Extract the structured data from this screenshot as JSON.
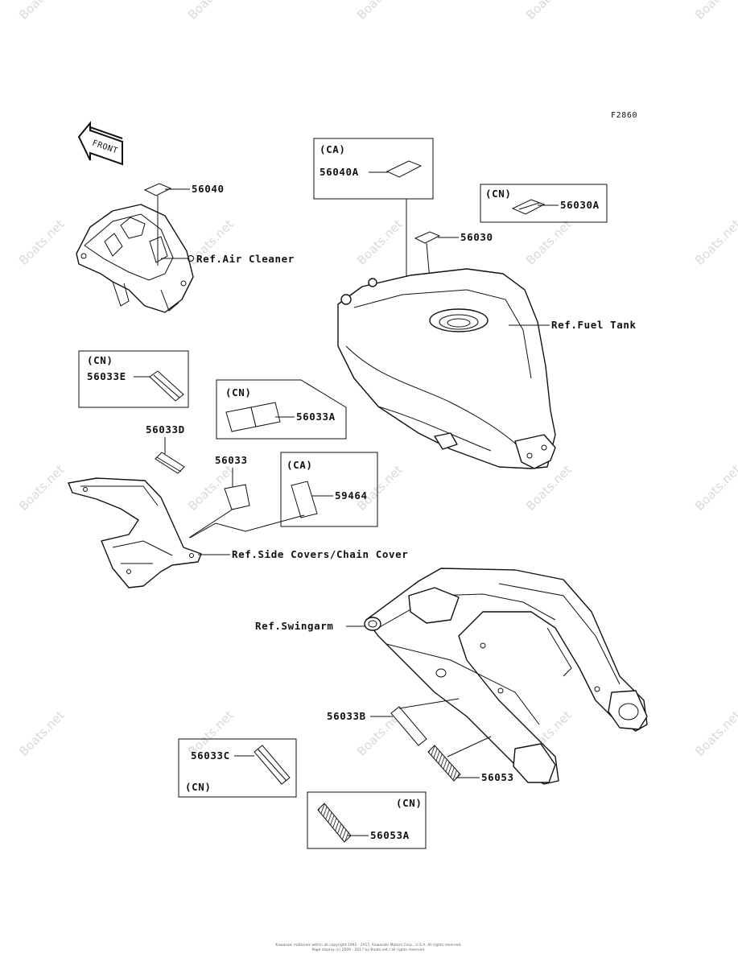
{
  "figure_code": "F2860",
  "front_arrow": "FRONT",
  "watermark": "Boats.net",
  "footer": {
    "line1": "Kawasaki materials within all copyright 1995 - 2017, Kawasaki Motors Corp., U.S.A. All rights reserved.",
    "line2": "Page display (c) 2000 - 2017 by Boats.net / all rights reserved."
  },
  "references": {
    "air_cleaner": "Ref.Air Cleaner",
    "fuel_tank": "Ref.Fuel Tank",
    "side_covers": "Ref.Side Covers/Chain Cover",
    "swingarm": "Ref.Swingarm"
  },
  "regions": {
    "ca": "(CA)",
    "cn": "(CN)"
  },
  "parts": {
    "p56040": "56040",
    "p56040A": "56040A",
    "p56030A": "56030A",
    "p56030": "56030",
    "p56033E": "56033E",
    "p56033A": "56033A",
    "p56033D": "56033D",
    "p56033": "56033",
    "p59464": "59464",
    "p56033B": "56033B",
    "p56033C": "56033C",
    "p56053": "56053",
    "p56053A": "56053A"
  }
}
